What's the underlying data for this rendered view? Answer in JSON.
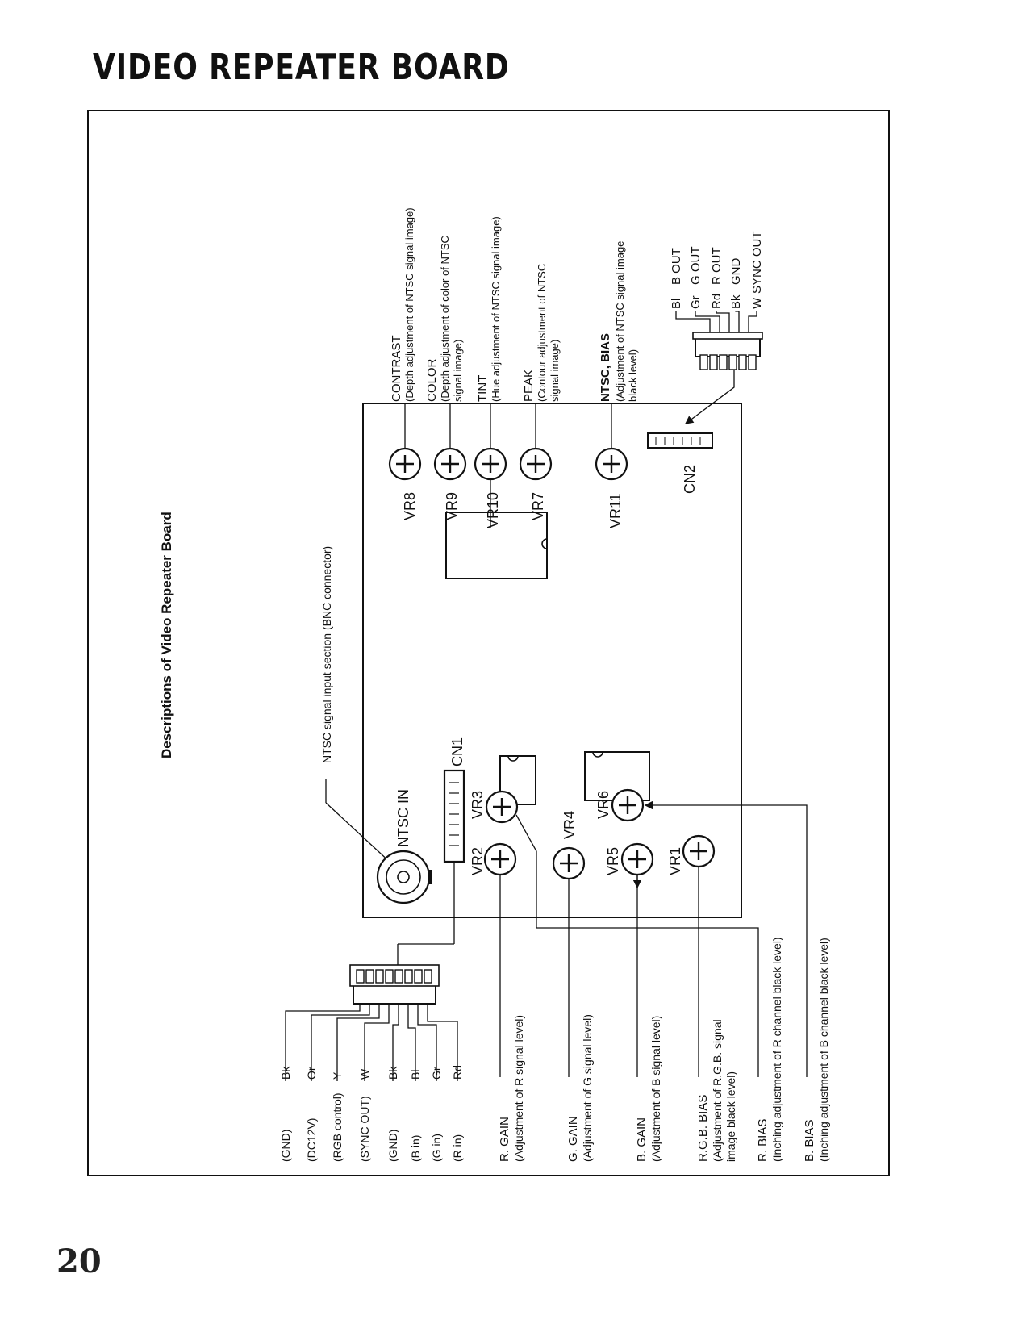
{
  "page": {
    "title": "VIDEO REPEATER BOARD",
    "page_number": "20"
  },
  "diagram": {
    "heading": "Descriptions of Video Repeater Board",
    "ntsc_section": "NTSC signal input section (BNC connector)",
    "ntsc_in": "NTSC IN",
    "cn1": "CN1",
    "cn2": "CN2",
    "pots": {
      "vr1": "VR1",
      "vr2": "VR2",
      "vr3": "VR3",
      "vr4": "VR4",
      "vr5": "VR5",
      "vr6": "VR6",
      "vr7": "VR7",
      "vr8": "VR8",
      "vr9": "VR9",
      "vr10": "VR10",
      "vr11": "VR11"
    },
    "top_labels": {
      "contrast": "CONTRAST",
      "contrast_desc": "(Depth adjustment of NTSC signal image)",
      "color": "COLOR",
      "color_desc1": "(Depth adjustment of color of NTSC",
      "color_desc2": "signal image)",
      "tint": "TINT",
      "tint_desc": "(Hue adjustment of NTSC signal image)",
      "peak": "PEAK",
      "peak_desc1": "(Contour adjustment of NTSC",
      "peak_desc2": "signal image)",
      "ntsc_bias": "NTSC, BIAS",
      "ntsc_bias_desc1": "(Adjustment of NTSC signal image",
      "ntsc_bias_desc2": "black level)"
    },
    "cn2_pins": [
      {
        "wire": "Bl",
        "signal": "B OUT"
      },
      {
        "wire": "Gr",
        "signal": "G OUT"
      },
      {
        "wire": "Rd",
        "signal": "R OUT"
      },
      {
        "wire": "Bk",
        "signal": "GND"
      },
      {
        "wire": "W",
        "signal": "SYNC OUT"
      }
    ],
    "cn1_pins": [
      {
        "signal": "(GND)",
        "wire": "Bk"
      },
      {
        "signal": "(DC12V)",
        "wire": "Or"
      },
      {
        "signal": "(RGB control)",
        "wire": "Y"
      },
      {
        "signal": "(SYNC OUT)",
        "wire": "W"
      },
      {
        "signal": "(GND)",
        "wire": "Bk"
      },
      {
        "signal": "(B in)",
        "wire": "Bl"
      },
      {
        "signal": "(G in)",
        "wire": "Gr"
      },
      {
        "signal": "(R in)",
        "wire": "Rd"
      }
    ],
    "bottom_labels": {
      "r_gain": "R. GAIN",
      "r_gain_desc": "(Adjustment of R signal level)",
      "g_gain": "G. GAIN",
      "g_gain_desc": "(Adjustment of G signal level)",
      "b_gain": "B. GAIN",
      "b_gain_desc": "(Adjustment of B signal level)",
      "rgb_bias": "R.G.B. BIAS",
      "rgb_bias_desc1": "(Adjustment of R.G.B. signal",
      "rgb_bias_desc2": "image black level)",
      "r_bias": "R. BIAS",
      "r_bias_desc": "(Inching adjustment of R channel black level)",
      "b_bias": "B. BIAS",
      "b_bias_desc": "(Inching adjustment of B channel black level)"
    }
  }
}
